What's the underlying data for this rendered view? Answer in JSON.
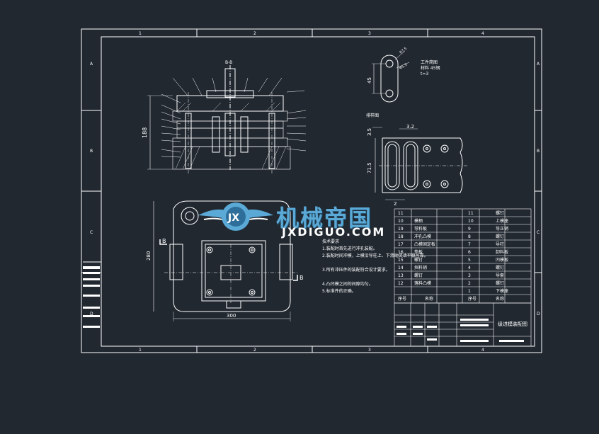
{
  "colors": {
    "background": "#212830",
    "lines": "#ffffff",
    "watermark": "#5aa9d6"
  },
  "frame": {
    "top_numbers": [
      "1",
      "2",
      "3",
      "4"
    ],
    "bottom_numbers": [
      "1",
      "2",
      "3",
      "4"
    ],
    "side_letters": [
      "A",
      "B",
      "C",
      "D"
    ]
  },
  "views": {
    "section_label": "B-B",
    "height_dim": "188",
    "plan_height_dim": "280",
    "plan_width_dim": "300",
    "plan_cut_left": "B",
    "plan_cut_right": "B"
  },
  "part": {
    "title": "工件简图",
    "material": "材料 45钢",
    "thickness": "t=3",
    "dim_45": "45",
    "dim_r": "R7.5",
    "dim_d": "Φ5.5"
  },
  "strip": {
    "title": "排样图",
    "dim_35": "3.5",
    "dim_32": "3.2",
    "dim_715": "71.5",
    "dim_2": "2"
  },
  "notes": {
    "heading": "技术要求",
    "items": [
      "1.装配时首先进行冲孔装配。",
      "2.装配时间冲模，上模沿导柱上、下滑动灵活平稳可靠。",
      "3.所有冲压件的装配符合设计要求。",
      "4.凸凹模之间的间隙均匀。",
      "5.标准件的正确。"
    ]
  },
  "bom": {
    "left_rows": [
      {
        "no": "11",
        "name": ""
      },
      {
        "no": "10",
        "name": "模柄"
      },
      {
        "no": "19",
        "name": "导料板"
      },
      {
        "no": "18",
        "name": "冲孔凸模"
      },
      {
        "no": "17",
        "name": "凸模固定板"
      },
      {
        "no": "16",
        "name": "垫板"
      },
      {
        "no": "15",
        "name": "螺钉"
      },
      {
        "no": "14",
        "name": "挡料销"
      },
      {
        "no": "13",
        "name": "螺钉"
      },
      {
        "no": "12",
        "name": "落料凸模"
      }
    ],
    "right_rows": [
      {
        "no": "11",
        "name": "螺钉"
      },
      {
        "no": "10",
        "name": "上模座"
      },
      {
        "no": "9",
        "name": "导正销"
      },
      {
        "no": "8",
        "name": "螺钉"
      },
      {
        "no": "7",
        "name": "导柱"
      },
      {
        "no": "6",
        "name": "卸料板"
      },
      {
        "no": "5",
        "name": "凹模板"
      },
      {
        "no": "4",
        "name": "螺钉"
      },
      {
        "no": "3",
        "name": "导套"
      },
      {
        "no": "2",
        "name": "螺钉"
      },
      {
        "no": "1",
        "name": "下模座"
      }
    ],
    "header_left": [
      "序号",
      "名称"
    ],
    "header_right": [
      "序号",
      "名称"
    ]
  },
  "title_block": {
    "drawing_name": "级进模装配图"
  },
  "watermark": {
    "cn": "机械帝国",
    "en": "JXDIGUO.COM",
    "logo_text": "JX"
  }
}
